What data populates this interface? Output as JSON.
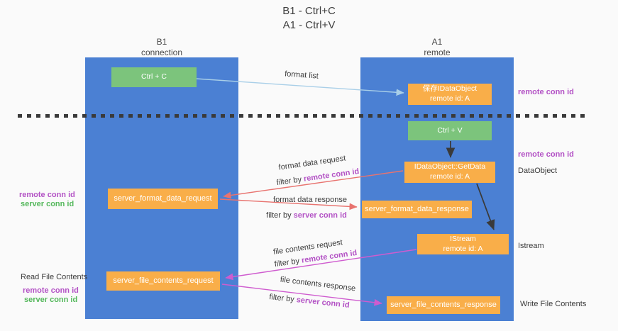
{
  "title": {
    "line1": "B1 - Ctrl+C",
    "line2": "A1 - Ctrl+V"
  },
  "colors": {
    "column_blue": "#4b80d3",
    "box_green": "#7cc47c",
    "box_orange": "#f9ae49",
    "arrow_light_blue": "#a9cfe8",
    "arrow_salmon": "#e8736f",
    "arrow_magenta": "#cf5ccf",
    "arrow_black": "#3a3a3a",
    "text_purple": "#b352c5",
    "text_green": "#55b85c"
  },
  "columns": {
    "left": {
      "title": "B1",
      "subtitle": "connection"
    },
    "right": {
      "title": "A1",
      "subtitle": "remote"
    }
  },
  "nodes": {
    "ctrl_c": "Ctrl + C",
    "save_idataobject": {
      "line1": "保存IDataObject",
      "line2": "remote id: A"
    },
    "ctrl_v": "Ctrl + V",
    "getdata": {
      "line1": "IDataObject::GetData",
      "line2": "remote id: A"
    },
    "server_format_data_request": "server_format_data_request",
    "server_format_data_response": "server_format_data_response",
    "istream": {
      "line1": "IStream",
      "line2": "remote id: A"
    },
    "server_file_contents_request": "server_file_contents_request",
    "server_file_contents_response": "server_file_contents_response"
  },
  "flow_labels": {
    "format_list": "format list",
    "format_data_request": "format data request",
    "format_data_request_filter_prefix": "filter by ",
    "format_data_request_filter_key": "remote conn id",
    "format_data_response": "format data response",
    "format_data_response_filter_prefix": "filter by ",
    "format_data_response_filter_key": "server conn id",
    "file_contents_request": "file contents request",
    "file_contents_request_filter_prefix": "filter by ",
    "file_contents_request_filter_key": "remote conn id",
    "file_contents_response": "file contents response",
    "file_contents_response_filter_prefix": "filter by ",
    "file_contents_response_filter_key": "server conn id"
  },
  "side_labels": {
    "right_top_remote_conn_id": "remote conn id",
    "right_mid_remote_conn_id": "remote conn id",
    "dataobject": "DataObject",
    "istream": "Istream",
    "write_file_contents": "Write File Contents",
    "left_mid_remote_conn_id": "remote conn id",
    "left_mid_server_conn_id": "server conn id",
    "read_file_contents": "Read File Contents",
    "left_bottom_remote_conn_id": "remote conn id",
    "left_bottom_server_conn_id": "server conn id"
  }
}
